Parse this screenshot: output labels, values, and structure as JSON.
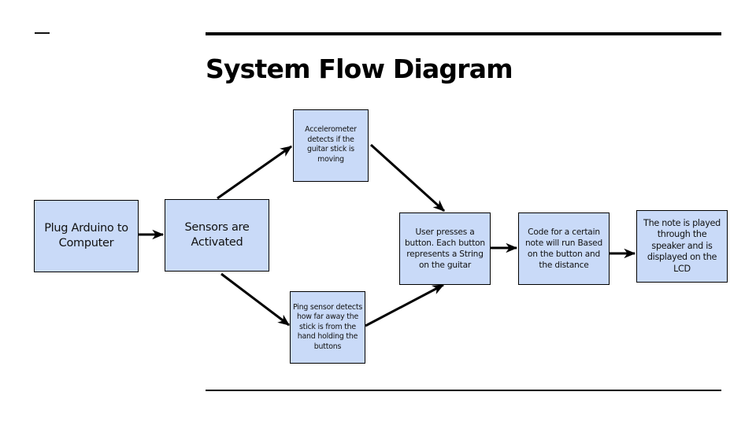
{
  "slide": {
    "title": "System Flow Diagram"
  },
  "diagram": {
    "box_fill": "#c9daf8",
    "line_color": "#000000",
    "nodes": [
      {
        "id": "plug",
        "label": "Plug Arduino to Computer"
      },
      {
        "id": "sensors",
        "label": "Sensors are Activated"
      },
      {
        "id": "accel",
        "label": "Accelerometer detects if the guitar stick is moving"
      },
      {
        "id": "ping",
        "label": "Ping sensor detects how far away the stick is from the hand holding the buttons"
      },
      {
        "id": "user",
        "label": "User presses a button. Each button represents a String on the guitar"
      },
      {
        "id": "code",
        "label": "Code for a  certain note will run Based on the button and the distance"
      },
      {
        "id": "note",
        "label": "The note is played through the speaker and is displayed on the LCD"
      }
    ],
    "edges": [
      {
        "from": "plug",
        "to": "sensors"
      },
      {
        "from": "sensors",
        "to": "accel"
      },
      {
        "from": "sensors",
        "to": "ping"
      },
      {
        "from": "accel",
        "to": "user"
      },
      {
        "from": "ping",
        "to": "user"
      },
      {
        "from": "user",
        "to": "code"
      },
      {
        "from": "code",
        "to": "note"
      }
    ]
  }
}
